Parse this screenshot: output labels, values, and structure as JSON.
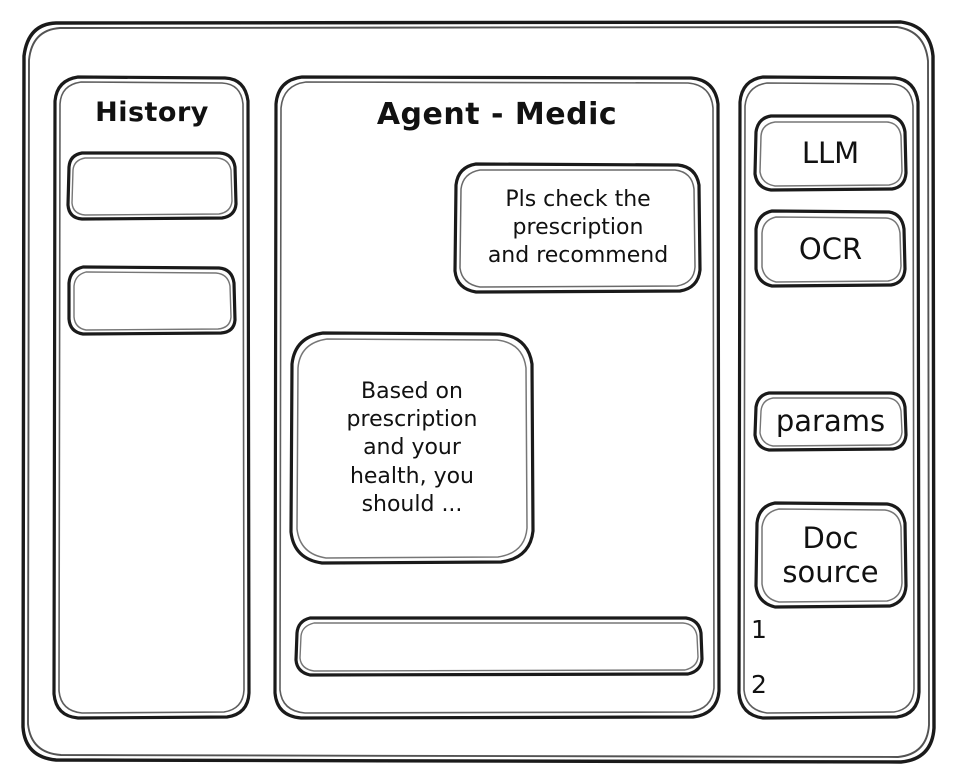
{
  "window": {
    "name": "agent-medic-wireframe"
  },
  "history": {
    "title": "History",
    "items": [
      {
        "label": ""
      },
      {
        "label": ""
      }
    ]
  },
  "chat": {
    "title": "Agent - Medic",
    "messages": [
      {
        "role": "user",
        "text": "Pls check the\nprescription\nand recommend"
      },
      {
        "role": "agent",
        "text": "Based on\nprescription\nand your\nhealth, you\nshould ..."
      }
    ],
    "composer": {
      "value": "",
      "placeholder": ""
    }
  },
  "tools": {
    "buttons": [
      {
        "label": "LLM"
      },
      {
        "label": "OCR"
      },
      {
        "label": "params"
      },
      {
        "label": "Doc\nsource"
      }
    ],
    "doc_list": [
      {
        "label": "1"
      },
      {
        "label": "2"
      }
    ]
  },
  "colors": {
    "ink": "#1a1a1a",
    "paper": "#ffffff",
    "text": "#111111"
  }
}
